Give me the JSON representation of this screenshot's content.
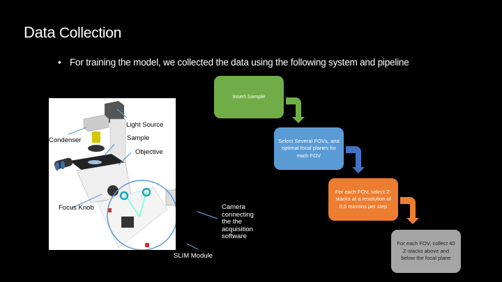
{
  "slide": {
    "title_first": "Data",
    "title_rest": " Collection",
    "bullet_symbol": "•",
    "bullet_text": "For training the model, we collected the data using the following system and pipeline"
  },
  "figure": {
    "labels": {
      "light_source": "Light Source",
      "condenser": "Condenser",
      "sample": "Sample",
      "objective": "Objective",
      "focus_knob": "Focus Knob",
      "slim_module": "SLIM Module",
      "camera": [
        "Camera",
        "connecting",
        "the the",
        "acquisition",
        "software"
      ]
    }
  },
  "pipeline": {
    "steps": [
      {
        "text": "Insert Sample",
        "color": "#70ad47"
      },
      {
        "text": "Select Several FOVs, and optimal focal planes for each FOV",
        "color": "#5b9bd5"
      },
      {
        "text": "For each FOV, select Z-stacks at a resolution of 0.5 microns per step",
        "color": "#ed7d31"
      },
      {
        "text": "For each FOV, collect 40 Z-stacks above and below the focal plane",
        "color": "#a5a5a5"
      }
    ],
    "arrow_colors": [
      "#70ad47",
      "#4472c4",
      "#ed7d31"
    ]
  }
}
